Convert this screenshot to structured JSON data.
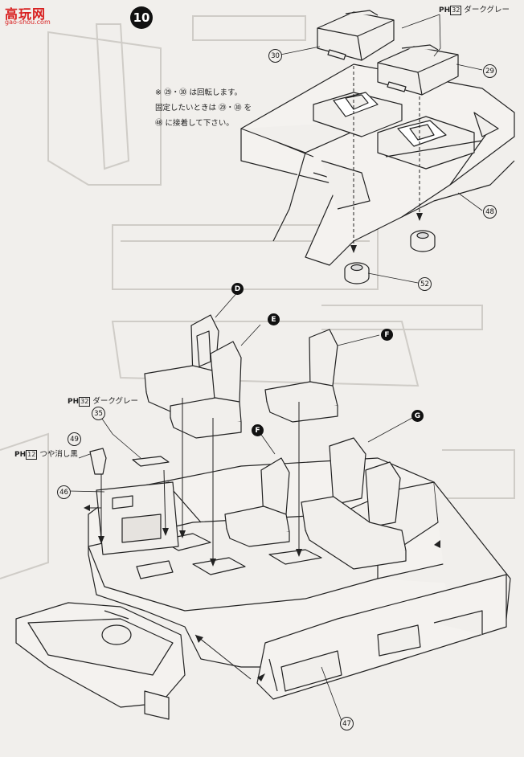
{
  "watermark": {
    "title": "高玩网",
    "url": "gao-shou.com"
  },
  "step_number": "10",
  "note": {
    "line1": "※ ㉙・㉚ は回転します。",
    "line2": "固定したいときは ㉙・㉚ を",
    "line3": "㊽ に接着して下さい。"
  },
  "color_labels": [
    {
      "prefix": "PH",
      "code": "32",
      "text": "ダークグレー"
    },
    {
      "prefix": "PH",
      "code": "32",
      "text": "ダークグレー"
    },
    {
      "prefix": "PH",
      "code": "12",
      "text": "つや消し黒"
    }
  ],
  "part_numbers": [
    "30",
    "29",
    "48",
    "52",
    "35",
    "49",
    "46",
    "47"
  ],
  "seat_letters": [
    "D",
    "E",
    "F",
    "F",
    "G"
  ],
  "icons": {
    "step": "step-number-badge",
    "parts": "part-number-callout",
    "seats": "seat-letter-callout"
  }
}
